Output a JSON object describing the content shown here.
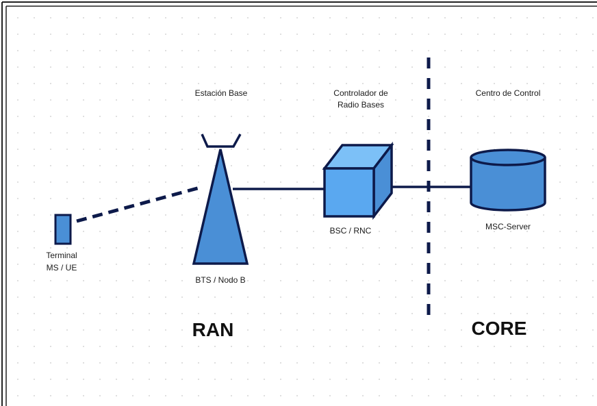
{
  "diagram": {
    "labels": {
      "estacion_base": "Estación Base",
      "controlador_line1": "Controlador de",
      "controlador_line2": "Radio Bases",
      "centro_control": "Centro de Control",
      "terminal_line1": "Terminal",
      "terminal_line2": "MS / UE",
      "bts": "BTS / Nodo B",
      "bsc": "BSC / RNC",
      "msc": "MSC-Server",
      "ran": "RAN",
      "core": "CORE"
    },
    "colors": {
      "fill_medium": "#4a8fd6",
      "fill_light": "#5aa8f0",
      "fill_top": "#7cc0f7",
      "stroke": "#0d1a4a",
      "line": "#0d1a4a"
    }
  }
}
